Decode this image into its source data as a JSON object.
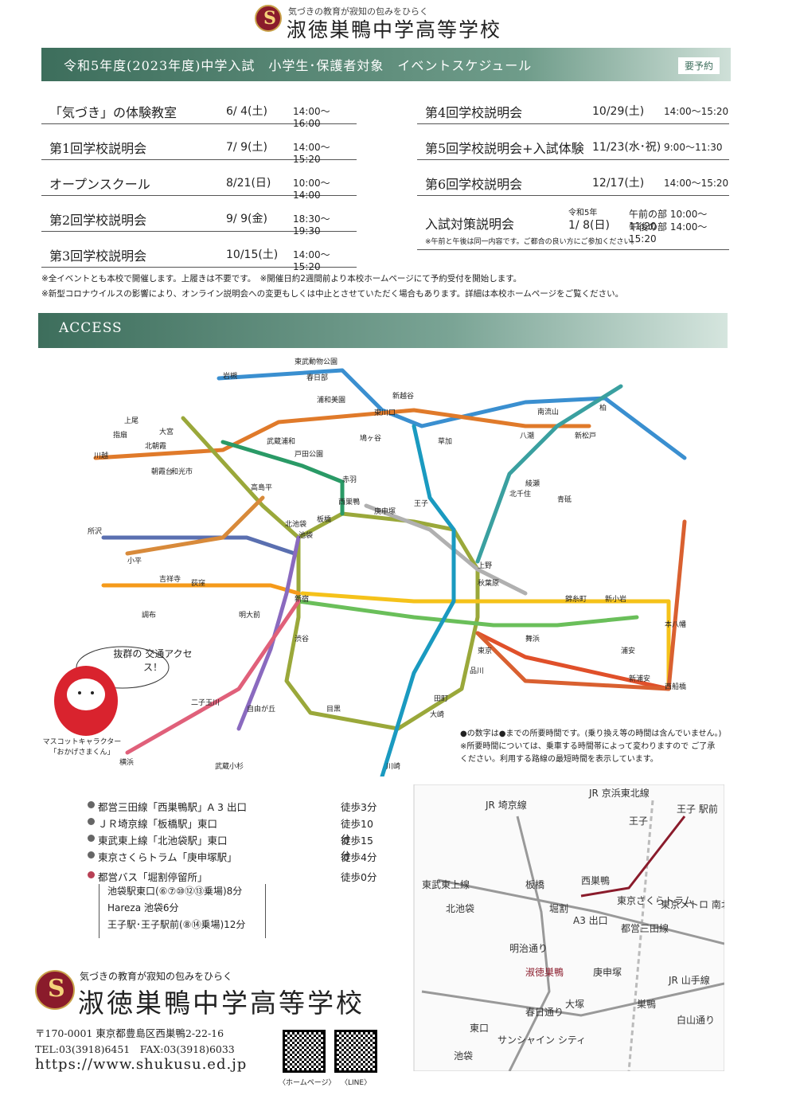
{
  "header": {
    "tagline": "気づきの教育が寂知の包みをひらく",
    "school": "淑徳巣鴨中学高等学校"
  },
  "schedule": {
    "title": "令和5年度(2023年度)中学入試　小学生･保護者対象　イベントスケジュール",
    "badge": "要予約",
    "left": [
      {
        "name": "「気づき」の体験教室",
        "date": "6/ 4(土)",
        "time": "14:00〜16:00"
      },
      {
        "name": "第1回学校説明会",
        "date": "7/ 9(土)",
        "time": "14:00〜15:20"
      },
      {
        "name": "オープンスクール",
        "date": "8/21(日)",
        "time": "10:00〜14:00"
      },
      {
        "name": "第2回学校説明会",
        "date": "9/ 9(金)",
        "time": "18:30〜19:30"
      },
      {
        "name": "第3回学校説明会",
        "date": "10/15(土)",
        "time": "14:00〜15:20"
      }
    ],
    "right": [
      {
        "name": "第4回学校説明会",
        "date": "10/29(土)",
        "time": "14:00〜15:20"
      },
      {
        "name": "第5回学校説明会+入試体験",
        "date": "11/23(水･祝)",
        "time": "9:00〜11:30"
      },
      {
        "name": "第6回学校説明会",
        "date": "12/17(土)",
        "time": "14:00〜15:20"
      }
    ],
    "last": {
      "name": "入試対策説明会",
      "era": "令和5年",
      "date": "1/ 8(日)",
      "am": "午前の部 10:00〜11:20",
      "pm": "午後の部 14:00〜15:20",
      "note": "※午前と午後は同一内容です。ご都合の良い方にご参加ください。"
    },
    "notes": [
      "※全イベントとも本校で開催します。上履きは不要です。　※開催日約2週間前より本校ホームページにて予約受付を開始します。",
      "※新型コロナウイルスの影響により、オンライン説明会への変更もしくは中止とさせていただく場合もあります。詳細は本校ホームページをご覧ください。"
    ]
  },
  "access": {
    "title": "ACCESS",
    "mascot_speech": "抜群の 交通アクセス！",
    "mascot_caption": "マスコットキャラクター 「おかげさまくん」",
    "legend1": "●の数字は●までの所要時間です。(乗り換え等の時間は含んでいません。)",
    "legend2": "※所要時間については、乗車する時間帯によって変わりますので ご了承ください。利用する路線の最短時間を表示しています。",
    "stations": [
      "東武動物公園",
      "春日部",
      "岩槻",
      "浦和美園",
      "新越谷",
      "東川口",
      "鳩ヶ谷",
      "草加",
      "八潮",
      "南流山",
      "柏",
      "新松戸",
      "上尾",
      "大宮",
      "指扇",
      "北朝霞",
      "川越",
      "朝霞台",
      "和光市",
      "武蔵浦和",
      "戸田公園",
      "赤羽",
      "高島平",
      "西巣鴨",
      "庚申塚",
      "王子",
      "池袋",
      "板橋",
      "北池袋",
      "新宿",
      "渋谷",
      "品川",
      "東京",
      "秋葉原",
      "上野",
      "北千住",
      "綾瀬",
      "青砥",
      "所沢",
      "小平",
      "吉祥寺",
      "荻窪",
      "調布",
      "明大前",
      "二子玉川",
      "自由が丘",
      "横浜",
      "武蔵小杉",
      "舞浜",
      "本八幡",
      "西船橋",
      "錦糸町",
      "新小岩",
      "浦安",
      "新浦安",
      "大崎",
      "田町",
      "目黒",
      "川崎"
    ]
  },
  "routes": [
    {
      "label": "都営三田線「西巣鴨駅」A 3 出口",
      "walk": "徒歩3分"
    },
    {
      "label": "ＪＲ埼京線「板橋駅」東口",
      "walk": "徒歩10分"
    },
    {
      "label": "東武東上線「北池袋駅」東口",
      "walk": "徒歩15分"
    },
    {
      "label": "東京さくらトラム「庚申塚駅」",
      "walk": "徒歩4分"
    },
    {
      "label": "都営バス「堀割停留所」",
      "walk": "徒歩0分"
    }
  ],
  "bus": [
    "池袋駅東口(⑥⑦⑩⑫⑬乗場)8分",
    "Hareza 池袋6分",
    "王子駅･王子駅前(⑧⑭乗場)12分"
  ],
  "localmap": {
    "labels": [
      "JR 京浜東北線",
      "JR 埼京線",
      "王子",
      "王子 駅前",
      "東武東上線",
      "板橋",
      "西巣鴨",
      "北池袋",
      "堀割",
      "A3 出口",
      "東京さくらトラム",
      "東京メトロ 南北線",
      "明治通り",
      "淑徳巣鴨",
      "庚申塚",
      "大塚",
      "巣鴨",
      "JR 山手線",
      "春日通り",
      "東口",
      "池袋",
      "サンシャイン シティ",
      "白山通り",
      "都営三田線"
    ]
  },
  "footer": {
    "tagline": "気づきの教育が寂知の包みをひらく",
    "school": "淑徳巣鴨中学高等学校",
    "addr": "〒170-0001 東京都豊島区西巣鴨2-22-16",
    "tel": "TEL:03(3918)6451　FAX:03(3918)6033",
    "url": "https://www.shukusu.ed.jp",
    "qr1": "〈ホームページ〉",
    "qr2": "〈LINE〉"
  },
  "colors": {
    "green": "#3d6e5c",
    "maroon": "#8a1b2b"
  }
}
